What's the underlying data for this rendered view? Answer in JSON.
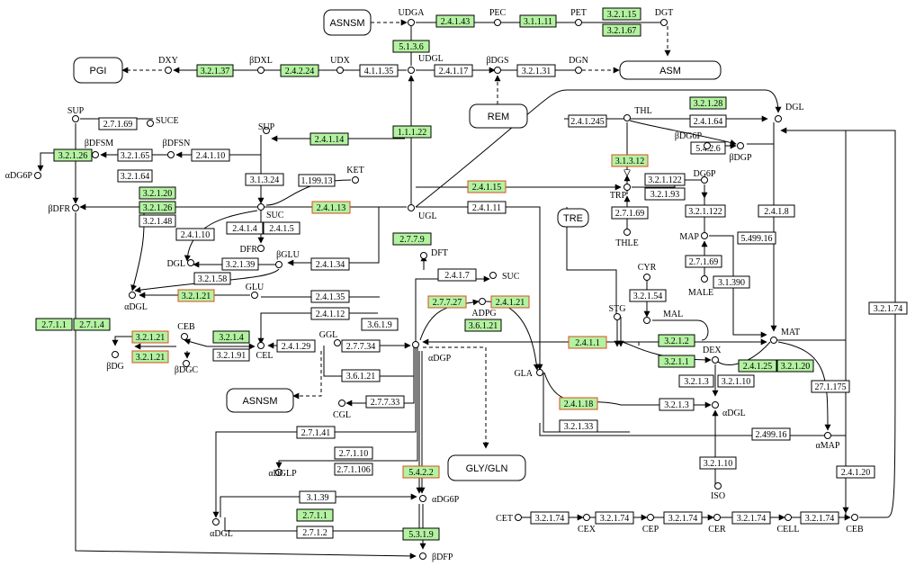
{
  "colors": {
    "green": "#b3f2a1",
    "line": "#000000",
    "redBorder": "#d84c1f",
    "map": "#ffffff"
  },
  "maps": [
    {
      "id": "m_asnsm1",
      "label": "ASNSM"
    },
    {
      "id": "m_pgi",
      "label": "PGI"
    },
    {
      "id": "m_asm",
      "label": "ASM"
    },
    {
      "id": "m_rem",
      "label": "REM"
    },
    {
      "id": "m_tre",
      "label": "TRE"
    },
    {
      "id": "m_asnsm2",
      "label": "ASNSM"
    },
    {
      "id": "m_glygln",
      "label": "GLY/GLN"
    }
  ],
  "compounds": [
    {
      "id": "c_udga",
      "label": "UDGA"
    },
    {
      "id": "c_pec",
      "label": "PEC"
    },
    {
      "id": "c_pet",
      "label": "PET"
    },
    {
      "id": "c_dgt",
      "label": "DGT"
    },
    {
      "id": "c_dxy",
      "label": "DXY"
    },
    {
      "id": "c_bdxl",
      "label": "βDXL"
    },
    {
      "id": "c_udx",
      "label": "UDX"
    },
    {
      "id": "c_udgl",
      "label": "UDGL"
    },
    {
      "id": "c_bdgs",
      "label": "βDGS"
    },
    {
      "id": "c_dgn",
      "label": "DGN"
    },
    {
      "id": "c_sup1",
      "label": "SUP"
    },
    {
      "id": "c_suce",
      "label": "SUCE"
    },
    {
      "id": "c_bdfsm",
      "label": "βDFSM"
    },
    {
      "id": "c_bdfsn",
      "label": "βDFSN"
    },
    {
      "id": "c_adg6p1",
      "label": "αDG6P"
    },
    {
      "id": "c_sup2",
      "label": "SUP"
    },
    {
      "id": "c_ket",
      "label": "KET"
    },
    {
      "id": "c_thl",
      "label": "THL"
    },
    {
      "id": "c_dgl1",
      "label": "DGL"
    },
    {
      "id": "c_bdg6p",
      "label": "βDG6P"
    },
    {
      "id": "c_bdgp",
      "label": "βDGP"
    },
    {
      "id": "c_bdfr",
      "label": "βDFR"
    },
    {
      "id": "c_suc1",
      "label": "SUC"
    },
    {
      "id": "c_ugl",
      "label": "UGL"
    },
    {
      "id": "c_trp",
      "label": "TRP"
    },
    {
      "id": "c_dg6p",
      "label": "DG6P"
    },
    {
      "id": "c_dfr",
      "label": "DFR"
    },
    {
      "id": "c_bglu",
      "label": "βGLU"
    },
    {
      "id": "c_dgl2",
      "label": "DGL"
    },
    {
      "id": "c_thle",
      "label": "THLE"
    },
    {
      "id": "c_map",
      "label": "MAP"
    },
    {
      "id": "c_dft",
      "label": "DFT"
    },
    {
      "id": "c_suc2",
      "label": "SUC"
    },
    {
      "id": "c_adgl1",
      "label": "αDGL"
    },
    {
      "id": "c_glu",
      "label": "GLU"
    },
    {
      "id": "c_cyr",
      "label": "CYR"
    },
    {
      "id": "c_male",
      "label": "MALE"
    },
    {
      "id": "c_adpg",
      "label": "ADPG"
    },
    {
      "id": "c_mal",
      "label": "MAL"
    },
    {
      "id": "c_stg",
      "label": "STG"
    },
    {
      "id": "c_mat",
      "label": "MAT"
    },
    {
      "id": "c_ceb1",
      "label": "CEB"
    },
    {
      "id": "c_ggl",
      "label": "GGL"
    },
    {
      "id": "c_cel",
      "label": "CEL"
    },
    {
      "id": "c_adgp",
      "label": "αDGP"
    },
    {
      "id": "c_bdg",
      "label": "βDG"
    },
    {
      "id": "c_bdgc",
      "label": "βDGC"
    },
    {
      "id": "c_dex",
      "label": "DEX"
    },
    {
      "id": "c_gla",
      "label": "GLA"
    },
    {
      "id": "c_cgl",
      "label": "CGL"
    },
    {
      "id": "c_adgl2",
      "label": "αDGL"
    },
    {
      "id": "c_amap",
      "label": "αMAP"
    },
    {
      "id": "c_adglp",
      "label": "αDGLP"
    },
    {
      "id": "c_iso",
      "label": "ISO"
    },
    {
      "id": "c_adg6p2",
      "label": "αDG6P"
    },
    {
      "id": "c_adgl3",
      "label": "αDGL"
    },
    {
      "id": "c_cet",
      "label": "CET"
    },
    {
      "id": "c_cex",
      "label": "CEX"
    },
    {
      "id": "c_cep",
      "label": "CEP"
    },
    {
      "id": "c_cer",
      "label": "CER"
    },
    {
      "id": "c_cell",
      "label": "CELL"
    },
    {
      "id": "c_ceb2",
      "label": "CEB"
    },
    {
      "id": "c_bdfp",
      "label": "βDFP"
    }
  ],
  "enzymes": [
    {
      "id": "e01",
      "label": "2.4.1.43",
      "fill": "g",
      "red": false
    },
    {
      "id": "e02",
      "label": "3.1.1.11",
      "fill": "g",
      "red": false
    },
    {
      "id": "e03",
      "label": "3.2.1.15",
      "fill": "g",
      "red": false
    },
    {
      "id": "e04",
      "label": "3.2.1.67",
      "fill": "g",
      "red": false
    },
    {
      "id": "e05",
      "label": "5.1.3.6",
      "fill": "g",
      "red": false
    },
    {
      "id": "e06",
      "label": "3.2.1.37",
      "fill": "g",
      "red": false
    },
    {
      "id": "e07",
      "label": "2.4.2.24",
      "fill": "g",
      "red": false
    },
    {
      "id": "e08",
      "label": "4.1.1.35",
      "fill": "w",
      "red": false
    },
    {
      "id": "e09",
      "label": "2.4.1.17",
      "fill": "w",
      "red": false
    },
    {
      "id": "e10",
      "label": "3.2.1.31",
      "fill": "w",
      "red": false
    },
    {
      "id": "e11",
      "label": "2.7.1.69",
      "fill": "w",
      "red": false
    },
    {
      "id": "e12",
      "label": "3.2.1.26",
      "fill": "g",
      "red": false
    },
    {
      "id": "e13",
      "label": "3.2.1.65",
      "fill": "w",
      "red": false
    },
    {
      "id": "e14",
      "label": "2.4.1.10",
      "fill": "w",
      "red": false
    },
    {
      "id": "e15",
      "label": "3.2.1.64",
      "fill": "w",
      "red": false
    },
    {
      "id": "e16",
      "label": "2.4.1.14",
      "fill": "g",
      "red": false
    },
    {
      "id": "e17",
      "label": "1.1.1.22",
      "fill": "g",
      "red": false
    },
    {
      "id": "e18",
      "label": "3.2.1.28",
      "fill": "g",
      "red": false
    },
    {
      "id": "e19",
      "label": "2.4.1.245",
      "fill": "w",
      "red": false
    },
    {
      "id": "e20",
      "label": "2.4.1.64",
      "fill": "w",
      "red": false
    },
    {
      "id": "e21",
      "label": "5.4.2.6",
      "fill": "w",
      "red": false
    },
    {
      "id": "e22",
      "label": "3.1.3.24",
      "fill": "w",
      "red": false
    },
    {
      "id": "e23",
      "label": "1.199.13",
      "fill": "w",
      "red": false
    },
    {
      "id": "e24",
      "label": "3.1.3.12",
      "fill": "g",
      "red": true
    },
    {
      "id": "e25",
      "label": "3.2.1.20",
      "fill": "g",
      "red": false
    },
    {
      "id": "e26",
      "label": "3.2.1.26",
      "fill": "g",
      "red": false
    },
    {
      "id": "e27",
      "label": "3.2.1.48",
      "fill": "w",
      "red": false
    },
    {
      "id": "e28",
      "label": "2.4.1.13",
      "fill": "g",
      "red": true
    },
    {
      "id": "e29",
      "label": "2.4.1.15",
      "fill": "g",
      "red": true
    },
    {
      "id": "e30",
      "label": "2.4.1.11",
      "fill": "w",
      "red": false
    },
    {
      "id": "e31",
      "label": "3.2.1.122",
      "fill": "w",
      "red": false
    },
    {
      "id": "e32",
      "label": "3.2.1.93",
      "fill": "w",
      "red": false
    },
    {
      "id": "e33",
      "label": "2.4.1.8",
      "fill": "w",
      "red": false
    },
    {
      "id": "e34",
      "label": "2.4.1.10",
      "fill": "w",
      "red": false
    },
    {
      "id": "e35",
      "label": "2.4.1.4",
      "fill": "w",
      "red": false
    },
    {
      "id": "e36",
      "label": "2.4.1.5",
      "fill": "w",
      "red": false
    },
    {
      "id": "e37",
      "label": "2.7.1.69",
      "fill": "w",
      "red": false
    },
    {
      "id": "e38",
      "label": "3.2.1.122",
      "fill": "w",
      "red": false
    },
    {
      "id": "e39",
      "label": "2.7.7.9",
      "fill": "g",
      "red": false
    },
    {
      "id": "e40",
      "label": "5.499.16",
      "fill": "w",
      "red": false
    },
    {
      "id": "e41",
      "label": "3.2.1.39",
      "fill": "w",
      "red": false
    },
    {
      "id": "e42",
      "label": "2.4.1.34",
      "fill": "w",
      "red": false
    },
    {
      "id": "e43",
      "label": "3.2.1.58",
      "fill": "w",
      "red": false
    },
    {
      "id": "e44",
      "label": "2.4.1.7",
      "fill": "w",
      "red": false
    },
    {
      "id": "e45",
      "label": "2.7.1.69",
      "fill": "w",
      "red": false
    },
    {
      "id": "e46",
      "label": "3.1.390",
      "fill": "w",
      "red": false
    },
    {
      "id": "e47",
      "label": "3.2.1.21",
      "fill": "g",
      "red": true
    },
    {
      "id": "e48",
      "label": "2.4.1.35",
      "fill": "w",
      "red": false
    },
    {
      "id": "e49",
      "label": "2.7.7.27",
      "fill": "g",
      "red": true
    },
    {
      "id": "e50",
      "label": "2.4.1.21",
      "fill": "g",
      "red": true
    },
    {
      "id": "e51",
      "label": "3.2.1.54",
      "fill": "w",
      "red": false
    },
    {
      "id": "e52",
      "label": "2.4.1.12",
      "fill": "w",
      "red": false
    },
    {
      "id": "e53",
      "label": "3.6.1.21",
      "fill": "g",
      "red": false
    },
    {
      "id": "e54",
      "label": "3.2.1.74",
      "fill": "w",
      "red": false
    },
    {
      "id": "e55",
      "label": "2.7.1.1",
      "fill": "g",
      "red": false
    },
    {
      "id": "e56",
      "label": "2.7.1.4",
      "fill": "g",
      "red": false
    },
    {
      "id": "e57",
      "label": "3.6.1.9",
      "fill": "w",
      "red": false
    },
    {
      "id": "e58",
      "label": "3.2.1.21",
      "fill": "g",
      "red": true
    },
    {
      "id": "e59",
      "label": "3.2.1.4",
      "fill": "g",
      "red": false
    },
    {
      "id": "e60",
      "label": "2.4.1.29",
      "fill": "w",
      "red": false
    },
    {
      "id": "e61",
      "label": "2.7.7.34",
      "fill": "w",
      "red": false
    },
    {
      "id": "e62",
      "label": "2.4.1.1",
      "fill": "g",
      "red": true
    },
    {
      "id": "e63",
      "label": "3.2.1.2",
      "fill": "g",
      "red": false
    },
    {
      "id": "e64",
      "label": "3.2.1.21",
      "fill": "g",
      "red": true
    },
    {
      "id": "e65",
      "label": "3.2.1.91",
      "fill": "w",
      "red": false
    },
    {
      "id": "e66",
      "label": "3.2.1.1",
      "fill": "g",
      "red": false
    },
    {
      "id": "e67",
      "label": "2.4.1.25",
      "fill": "g",
      "red": false
    },
    {
      "id": "e68",
      "label": "3.2.1.20",
      "fill": "g",
      "red": false
    },
    {
      "id": "e69",
      "label": "3.6.1.21",
      "fill": "w",
      "red": false
    },
    {
      "id": "e70",
      "label": "3.2.1.3",
      "fill": "w",
      "red": false
    },
    {
      "id": "e71",
      "label": "3.2.1.10",
      "fill": "w",
      "red": false
    },
    {
      "id": "e72",
      "label": "27.1.175",
      "fill": "w",
      "red": false
    },
    {
      "id": "e73",
      "label": "2.7.7.33",
      "fill": "w",
      "red": false
    },
    {
      "id": "e74",
      "label": "2.4.1.18",
      "fill": "g",
      "red": true
    },
    {
      "id": "e75",
      "label": "3.2.1.3",
      "fill": "w",
      "red": false
    },
    {
      "id": "e76",
      "label": "3.2.1.33",
      "fill": "w",
      "red": false
    },
    {
      "id": "e77",
      "label": "2.499.16",
      "fill": "w",
      "red": false
    },
    {
      "id": "e78",
      "label": "2.7.1.41",
      "fill": "w",
      "red": false
    },
    {
      "id": "e79",
      "label": "2.7.1.10",
      "fill": "w",
      "red": false
    },
    {
      "id": "e80",
      "label": "2.7.1.106",
      "fill": "w",
      "red": false
    },
    {
      "id": "e81",
      "label": "3.2.1.10",
      "fill": "w",
      "red": false
    },
    {
      "id": "e82",
      "label": "5.4.2.2",
      "fill": "g",
      "red": true
    },
    {
      "id": "e83",
      "label": "2.4.1.20",
      "fill": "w",
      "red": false
    },
    {
      "id": "e84",
      "label": "3.1.39",
      "fill": "w",
      "red": false
    },
    {
      "id": "e85",
      "label": "2.7.1.1",
      "fill": "g",
      "red": false
    },
    {
      "id": "e86",
      "label": "2.7.1.2",
      "fill": "w",
      "red": false
    },
    {
      "id": "e87",
      "label": "5.3.1.9",
      "fill": "g",
      "red": false
    },
    {
      "id": "e88",
      "label": "3.2.1.74",
      "fill": "w",
      "red": false
    },
    {
      "id": "e89",
      "label": "3.2.1.74",
      "fill": "w",
      "red": false
    },
    {
      "id": "e90",
      "label": "3.2.1.74",
      "fill": "w",
      "red": false
    },
    {
      "id": "e91",
      "label": "3.2.1.74",
      "fill": "w",
      "red": false
    },
    {
      "id": "e92",
      "label": "3.2.1.74",
      "fill": "w",
      "red": false
    }
  ]
}
